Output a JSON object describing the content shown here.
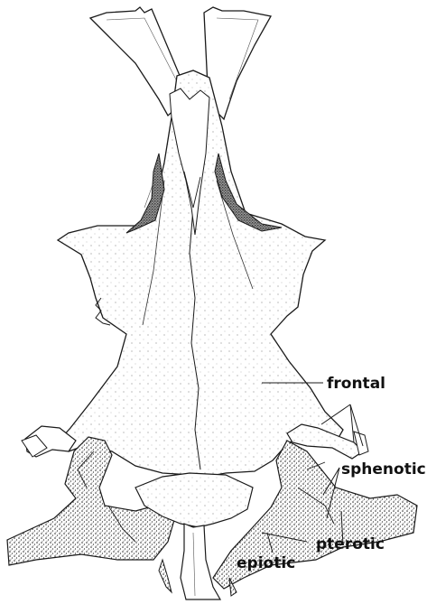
{
  "labels": {
    "frontal": "frontal",
    "sphenotic": "sphenotic",
    "pterotic": "pterotic",
    "epiotic": "epiotic"
  },
  "colors": {
    "ink": "#1a1a1a",
    "paper": "#ffffff",
    "shade": "#8c8c8c"
  }
}
